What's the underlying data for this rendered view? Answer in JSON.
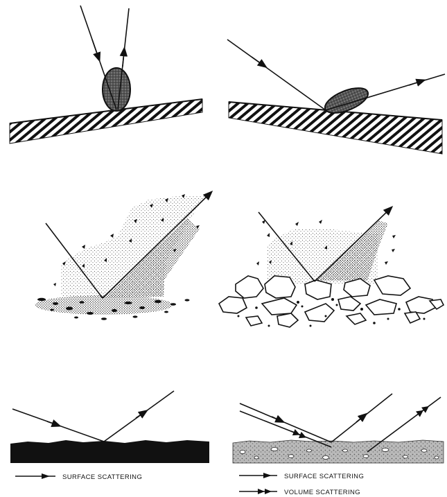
{
  "legend": {
    "left": {
      "surface_label": "SURFACE SCATTERING"
    },
    "right": {
      "surface_label": "SURFACE SCATTERING",
      "volume_label": "VOLUME SCATTERING"
    }
  },
  "colors": {
    "ink": "#111111",
    "background": "#ffffff",
    "soil_gray": "#b5b5b5"
  }
}
